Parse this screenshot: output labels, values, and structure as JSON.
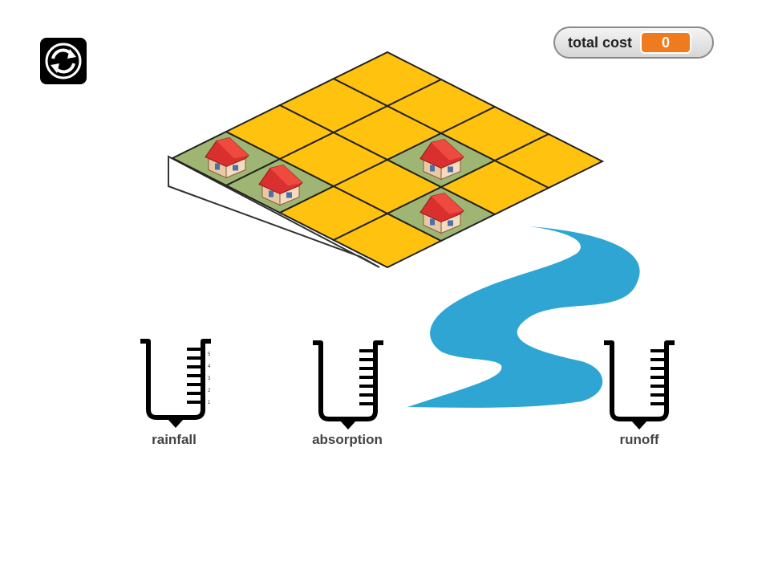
{
  "toolbar": {
    "reset_icon": "refresh-icon"
  },
  "cost_monitor": {
    "label": "total cost",
    "value": "0"
  },
  "land_grid": {
    "rows": 4,
    "cols": 4,
    "tiles": [
      [
        "grass",
        "grass",
        "empty",
        "empty"
      ],
      [
        "empty",
        "empty",
        "empty",
        "grass"
      ],
      [
        "empty",
        "empty",
        "grass",
        "empty"
      ],
      [
        "empty",
        "empty",
        "empty",
        "empty"
      ]
    ],
    "houses": [
      [
        0,
        0
      ],
      [
        0,
        1
      ],
      [
        1,
        3
      ],
      [
        2,
        2
      ]
    ],
    "colors": {
      "empty": "#ffc20e",
      "grass": "#9fb573"
    }
  },
  "gauges": [
    {
      "name": "rainfall",
      "label": "rainfall",
      "scale_marks": [
        "5",
        "4",
        "3",
        "2",
        "1"
      ]
    },
    {
      "name": "absorption",
      "label": "absorption"
    },
    {
      "name": "runoff",
      "label": "runoff"
    }
  ],
  "river": {
    "color": "#2ea5d3"
  }
}
